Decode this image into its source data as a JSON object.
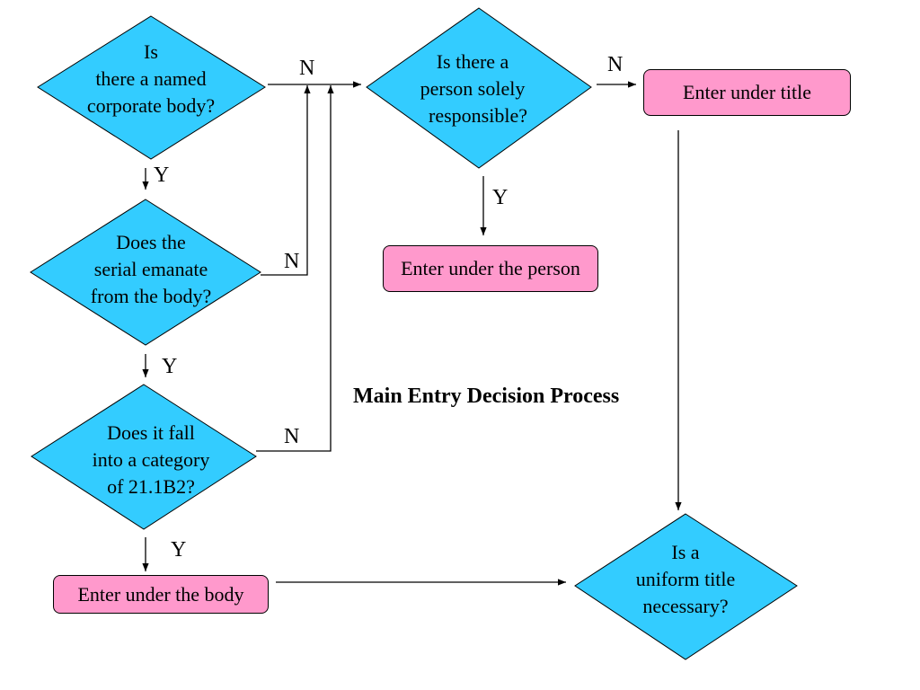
{
  "title": "Main Entry Decision Process",
  "colors": {
    "decision": "#33ccff",
    "outcome": "#ff99cc",
    "line": "#000000"
  },
  "decisions": [
    {
      "id": "named-corporate-body",
      "lines": [
        "Is",
        "there a named",
        "corporate body?"
      ]
    },
    {
      "id": "serial-emanate",
      "lines": [
        "Does the",
        "serial emanate",
        "from the body?"
      ]
    },
    {
      "id": "category-21-1b2",
      "lines": [
        "Does it fall",
        "into a category",
        "of  21.1B2?"
      ]
    },
    {
      "id": "person-solely-responsible",
      "lines": [
        "Is there a",
        "person solely",
        "responsible?"
      ]
    },
    {
      "id": "uniform-title-necessary",
      "lines": [
        "Is a",
        "uniform title",
        "necessary?"
      ]
    }
  ],
  "outcomes": [
    {
      "id": "enter-under-title",
      "label": "Enter under title"
    },
    {
      "id": "enter-under-person",
      "label": "Enter under the person"
    },
    {
      "id": "enter-under-body",
      "label": "Enter under the body"
    }
  ],
  "branch_labels": {
    "corporate_no": "N",
    "corporate_yes": "Y",
    "emanate_no": "N",
    "emanate_yes": "Y",
    "category_no": "N",
    "category_yes": "Y",
    "person_no": "N",
    "person_yes": "Y"
  }
}
